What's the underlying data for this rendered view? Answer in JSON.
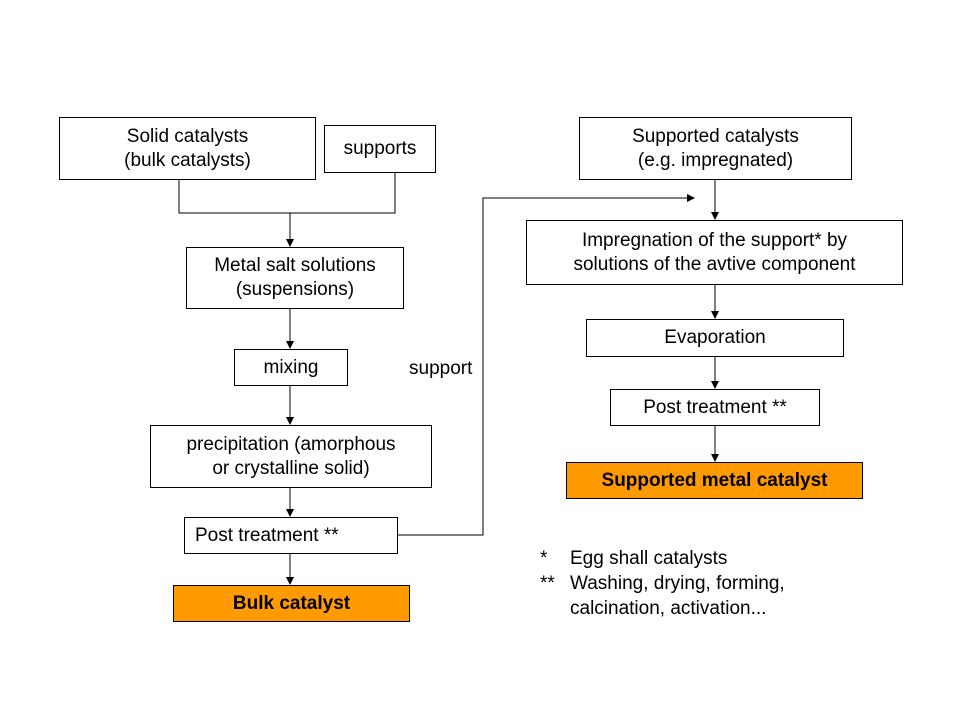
{
  "boxes": {
    "solid_catalysts": "Solid catalysts\n(bulk catalysts)",
    "supports": "supports",
    "metal_salt_solutions": "Metal salt solutions\n(suspensions)",
    "mixing": "mixing",
    "precipitation": "precipitation (amorphous\nor crystalline solid)",
    "post_treatment_left": "Post treatment **",
    "bulk_catalyst": "Bulk catalyst",
    "supported_catalysts": "Supported catalysts\n(e.g. impregnated)",
    "impregnation": "Impregnation of the  support* by\nsolutions of the avtive component",
    "evaporation": "Evaporation",
    "post_treatment_right": "Post treatment **",
    "supported_metal_catalyst": "Supported metal catalyst"
  },
  "support_label": "support",
  "notes": [
    {
      "mark": "*",
      "lines": [
        "Egg shall catalysts"
      ]
    },
    {
      "mark": "**",
      "lines": [
        "Washing, drying, forming,",
        "calcination, activation..."
      ]
    }
  ],
  "colors": {
    "result_fill": "#ff9a00",
    "line": "#000000"
  }
}
